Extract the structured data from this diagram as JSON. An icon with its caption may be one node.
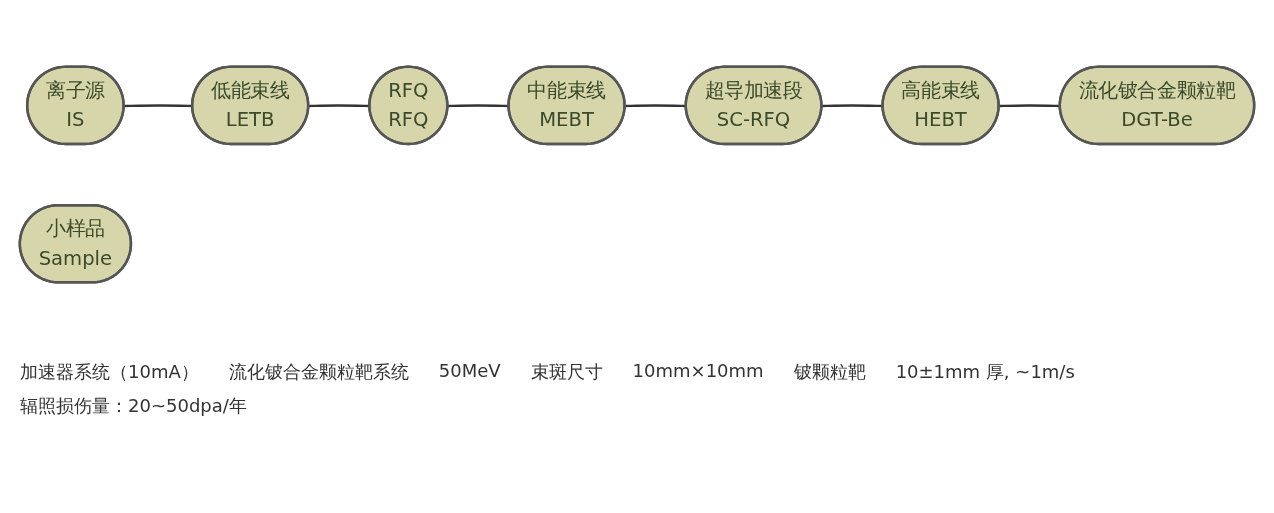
{
  "diagram": {
    "nodes": [
      {
        "text": [
          "离子源",
          "IS"
        ]
      },
      {
        "text": [
          "低能束线",
          "LETB"
        ]
      },
      {
        "text": [
          "RFQ",
          "RFQ"
        ]
      },
      {
        "text": [
          "中能束线",
          "MEBT"
        ]
      },
      {
        "text": [
          "超导加速段",
          "SC-RFQ"
        ]
      },
      {
        "text": [
          "高能束线",
          "HEBT"
        ]
      },
      {
        "text": [
          "流化铍合金颗粒靶",
          "DGT-Be"
        ]
      },
      {
        "text": [
          "小样品",
          "Sample"
        ]
      }
    ],
    "edges": [
      {
        "from": 0,
        "to": 1,
        "arrow": "none"
      },
      {
        "from": 1,
        "to": 2,
        "arrow": "none"
      },
      {
        "from": 2,
        "to": 3,
        "arrow": "none"
      },
      {
        "from": 3,
        "to": 4,
        "arrow": "none"
      },
      {
        "from": 4,
        "to": 5,
        "arrow": "none"
      },
      {
        "from": 5,
        "to": 6,
        "arrow": "none"
      }
    ],
    "labels": [
      "加速器系统（10mA）",
      "流化铍合金颗粒靶系统",
      "50MeV",
      "束斑尺寸",
      "10mm×10mm",
      "铍颗粒靶",
      "10±1mm 厚, ~1m/s",
      "辐照损伤量：20~50dpa/年"
    ]
  }
}
